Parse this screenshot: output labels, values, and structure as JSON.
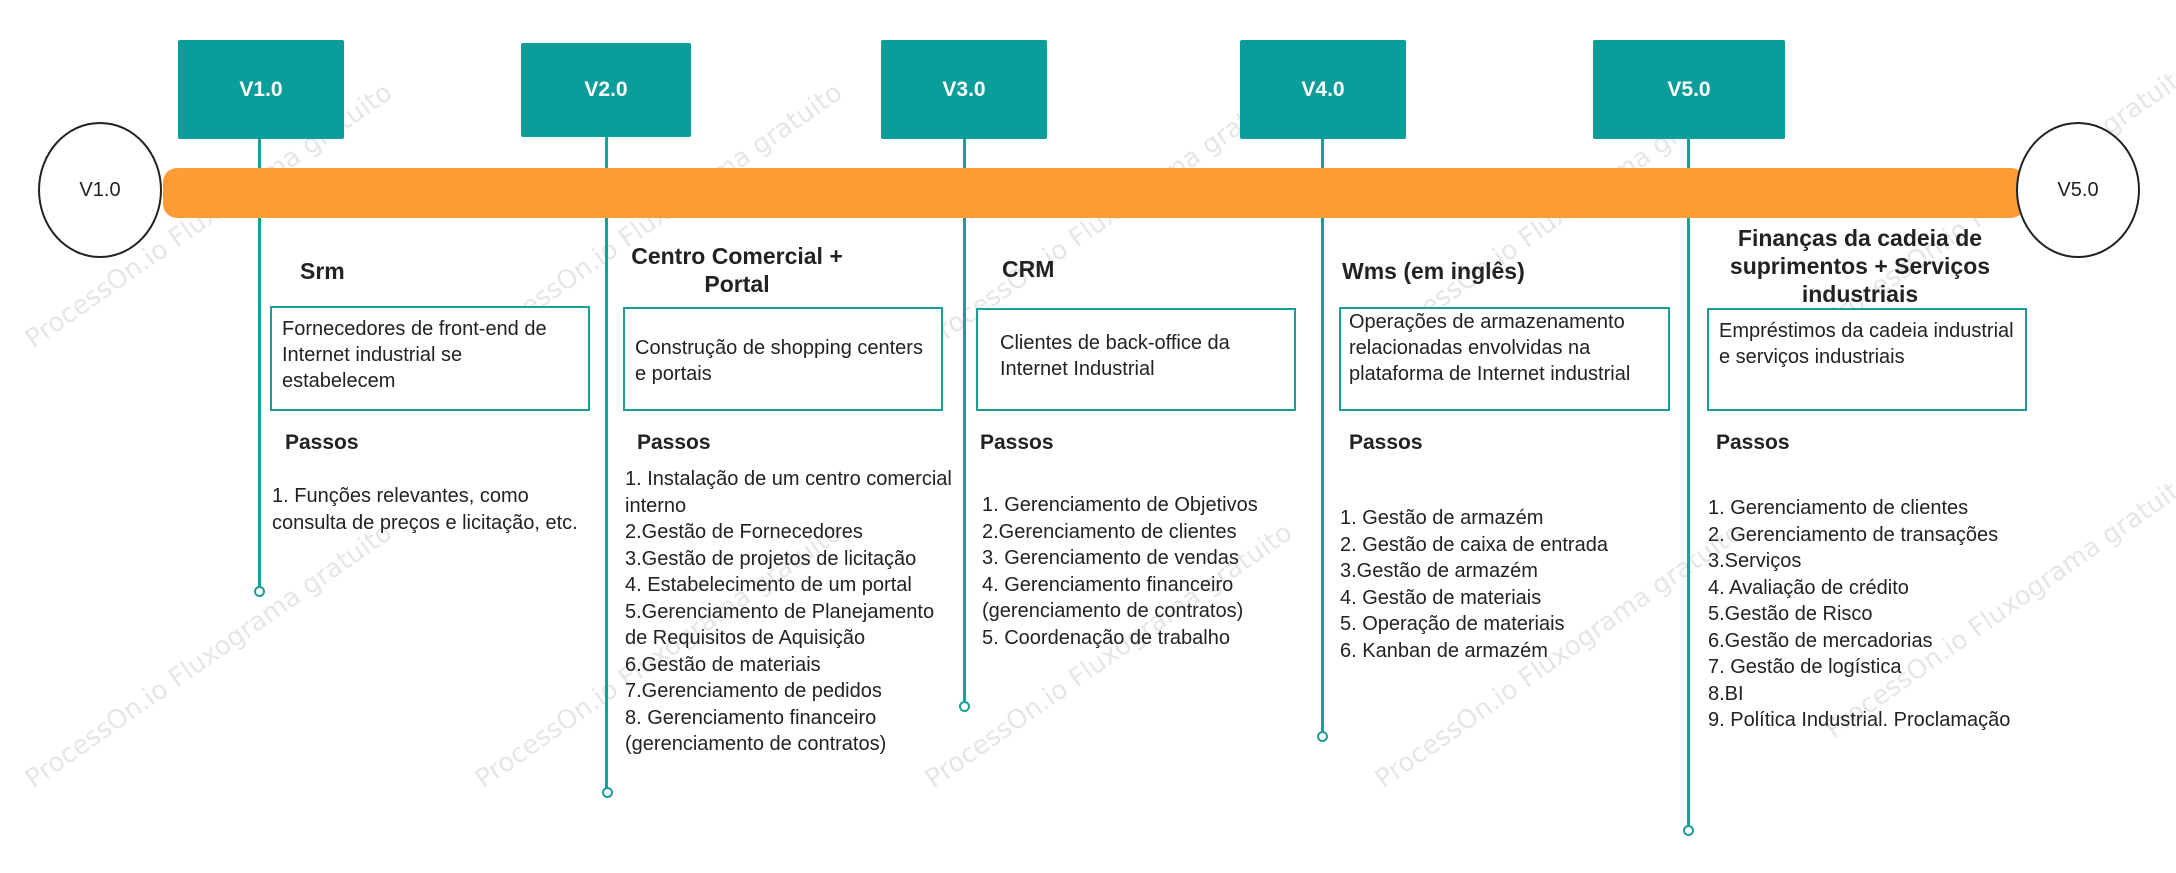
{
  "watermark": "ProcessOn.io Fluxograma gratuito",
  "timeline": {
    "start_label": "V1.0",
    "end_label": "V5.0"
  },
  "stages": [
    {
      "version": "V1.0",
      "title": "Srm",
      "description": "Fornecedores de front-end de Internet industrial se estabelecem",
      "steps_title": "Passos",
      "steps": [
        "1. Funções relevantes, como consulta de preços e licitação, etc."
      ]
    },
    {
      "version": "V2.0",
      "title": "Centro Comercial + Portal",
      "description": "Construção de shopping centers e portais",
      "steps_title": "Passos",
      "steps": [
        "1. Instalação de um centro comercial interno",
        "2.Gestão de Fornecedores",
        "3.Gestão de projetos de licitação",
        "4. Estabelecimento de um portal",
        "5.Gerenciamento de Planejamento de Requisitos de Aquisição",
        "6.Gestão de materiais",
        "7.Gerenciamento de pedidos",
        "8. Gerenciamento financeiro (gerenciamento de contratos)"
      ]
    },
    {
      "version": "V3.0",
      "title": "CRM",
      "description": "Clientes de back-office da Internet Industrial",
      "steps_title": "Passos",
      "steps": [
        "1. Gerenciamento de Objetivos",
        "2.Gerenciamento de clientes",
        "3. Gerenciamento de vendas",
        "4. Gerenciamento financeiro (gerenciamento de contratos)",
        "5. Coordenação de trabalho"
      ]
    },
    {
      "version": "V4.0",
      "title": "Wms (em inglês)",
      "description": "Operações de armazenamento relacionadas envolvidas na plataforma de Internet industrial",
      "steps_title": "Passos",
      "steps": [
        "1. Gestão de armazém",
        "2. Gestão de caixa de entrada",
        "3.Gestão de armazém",
        "4. Gestão de materiais",
        "5. Operação de materiais",
        "6. Kanban de armazém"
      ]
    },
    {
      "version": "V5.0",
      "title": "Finanças da cadeia de suprimentos + Serviços industriais",
      "description": "Empréstimos da cadeia industrial e serviços industriais",
      "steps_title": "Passos",
      "steps": [
        "1. Gerenciamento de clientes",
        "2. Gerenciamento de transações",
        "3.Serviços",
        "4. Avaliação de crédito",
        "5.Gestão de Risco",
        "6.Gestão de mercadorias",
        "7. Gestão de logística",
        "8.BI",
        "9. Política Industrial. Proclamação"
      ]
    }
  ],
  "colors": {
    "accent": "#0b9d9a",
    "line": "#1a9e99",
    "bar": "#ff9c35"
  }
}
